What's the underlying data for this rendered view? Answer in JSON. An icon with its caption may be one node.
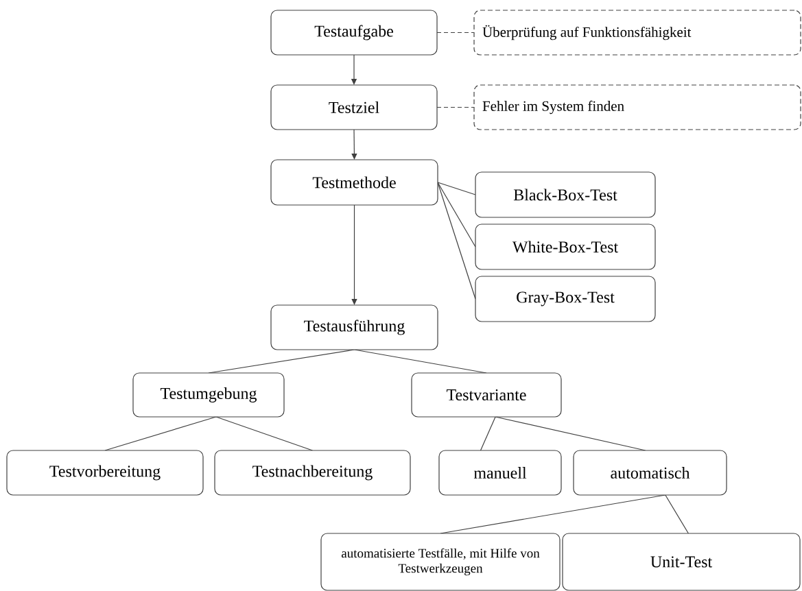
{
  "diagram": {
    "nodes": [
      {
        "text": [
          "Testaufgabe"
        ]
      },
      {
        "text": [
          "Überprüfung auf Funktionsfähigkeit"
        ]
      },
      {
        "text": [
          "Testziel"
        ]
      },
      {
        "text": [
          "Fehler im System finden"
        ]
      },
      {
        "text": [
          "Testmethode"
        ]
      },
      {
        "text": [
          "Black-Box-Test"
        ]
      },
      {
        "text": [
          "White-Box-Test"
        ]
      },
      {
        "text": [
          "Gray-Box-Test"
        ]
      },
      {
        "text": [
          "Testausführung"
        ]
      },
      {
        "text": [
          "Testumgebung"
        ]
      },
      {
        "text": [
          "Testvariante"
        ]
      },
      {
        "text": [
          "Testvorbereitung"
        ]
      },
      {
        "text": [
          "Testnachbereitung"
        ]
      },
      {
        "text": [
          "manuell"
        ]
      },
      {
        "text": [
          "automatisch"
        ]
      },
      {
        "text": [
          "automatisierte Testfälle, mit Hilfe von Testwerkzeugen"
        ]
      },
      {
        "text": [
          "Unit-Test"
        ]
      }
    ],
    "edges": [
      {
        "from": 0,
        "to": 1,
        "arrow": "none",
        "style": "dashed"
      },
      {
        "from": 0,
        "to": 2,
        "arrow": "to"
      },
      {
        "from": 2,
        "to": 3,
        "arrow": "none",
        "style": "dashed"
      },
      {
        "from": 2,
        "to": 4,
        "arrow": "to"
      },
      {
        "from": 4,
        "to": 5,
        "arrow": "none"
      },
      {
        "from": 4,
        "to": 6,
        "arrow": "none"
      },
      {
        "from": 4,
        "to": 7,
        "arrow": "none"
      },
      {
        "from": 4,
        "to": 8,
        "arrow": "to"
      },
      {
        "from": 8,
        "to": 9,
        "arrow": "none"
      },
      {
        "from": 8,
        "to": 10,
        "arrow": "none"
      },
      {
        "from": 9,
        "to": 11,
        "arrow": "none"
      },
      {
        "from": 9,
        "to": 12,
        "arrow": "none"
      },
      {
        "from": 10,
        "to": 13,
        "arrow": "none"
      },
      {
        "from": 10,
        "to": 14,
        "arrow": "none"
      },
      {
        "from": 14,
        "to": 15,
        "arrow": "none"
      },
      {
        "from": 14,
        "to": 16,
        "arrow": "none"
      }
    ]
  }
}
